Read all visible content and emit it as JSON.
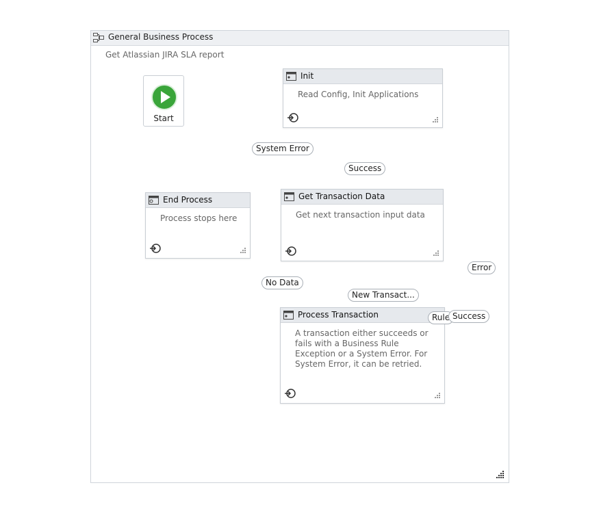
{
  "canvas": {
    "title": "General Business Process",
    "description": "Get Atlassian JIRA SLA report"
  },
  "start": {
    "label": "Start"
  },
  "states": {
    "init": {
      "title": "Init",
      "description": "Read Config, Init Applications"
    },
    "end_process": {
      "title": "End Process",
      "description": "Process stops here"
    },
    "get_transaction": {
      "title": "Get Transaction Data",
      "description": "Get next transaction input data"
    },
    "process_transaction": {
      "title": "Process Transaction",
      "description": "A transaction either succeeds or fails with a Business Rule Exception or a System Error. For System Error, it can be retried."
    }
  },
  "transitions": {
    "system_error": "System Error",
    "success_init": "Success",
    "no_data": "No Data",
    "new_transaction": "New Transact...",
    "rule": "Rule",
    "success_process": "Success",
    "error": "Error"
  },
  "colors": {
    "wire": "#a9b0b8",
    "start_green": "#3aa53a",
    "header_bg": "#e6e9ed"
  }
}
